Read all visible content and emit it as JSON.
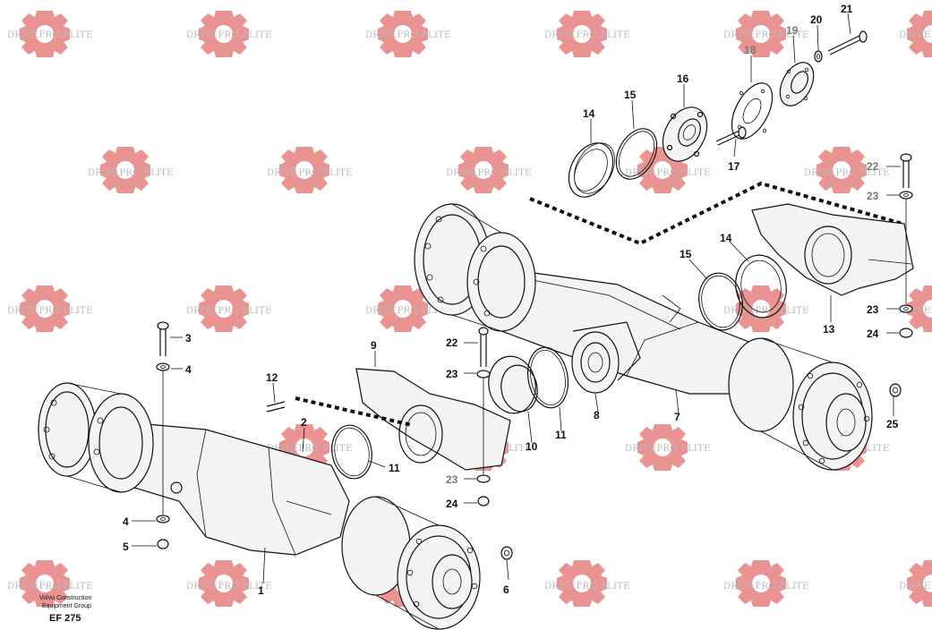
{
  "watermark": {
    "text": "DRIVEPRO ELITE",
    "color": "#e58080"
  },
  "callouts": [
    {
      "id": "1",
      "text": "1"
    },
    {
      "id": "2",
      "text": "2"
    },
    {
      "id": "3",
      "text": "3"
    },
    {
      "id": "4a",
      "text": "4"
    },
    {
      "id": "4b",
      "text": "4"
    },
    {
      "id": "5",
      "text": "5"
    },
    {
      "id": "6",
      "text": "6"
    },
    {
      "id": "7",
      "text": "7"
    },
    {
      "id": "8",
      "text": "8"
    },
    {
      "id": "9",
      "text": "9"
    },
    {
      "id": "10",
      "text": "10"
    },
    {
      "id": "11a",
      "text": "11"
    },
    {
      "id": "11b",
      "text": "11"
    },
    {
      "id": "12",
      "text": "12"
    },
    {
      "id": "13",
      "text": "13"
    },
    {
      "id": "14a",
      "text": "14"
    },
    {
      "id": "14b",
      "text": "14"
    },
    {
      "id": "15a",
      "text": "15"
    },
    {
      "id": "15b",
      "text": "15"
    },
    {
      "id": "16",
      "text": "16"
    },
    {
      "id": "17",
      "text": "17"
    },
    {
      "id": "18",
      "text": "18"
    },
    {
      "id": "19",
      "text": "19"
    },
    {
      "id": "20",
      "text": "20"
    },
    {
      "id": "21",
      "text": "21"
    },
    {
      "id": "22a",
      "text": "22"
    },
    {
      "id": "22b",
      "text": "22"
    },
    {
      "id": "23a",
      "text": "23"
    },
    {
      "id": "23b",
      "text": "23"
    },
    {
      "id": "23c",
      "text": "23"
    },
    {
      "id": "23d",
      "text": "23"
    },
    {
      "id": "24a",
      "text": "24"
    },
    {
      "id": "24b",
      "text": "24"
    },
    {
      "id": "25",
      "text": "25"
    }
  ],
  "credit": {
    "line1": "Volvo Construction",
    "line2": "Equipment Group"
  },
  "figure_code": "EF 275"
}
